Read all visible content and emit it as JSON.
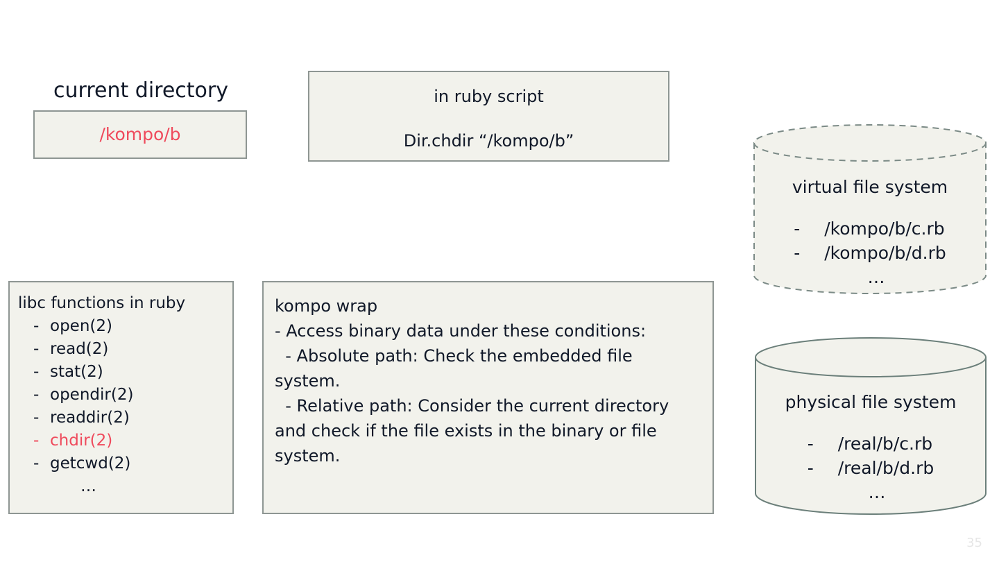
{
  "slide": {
    "page_number": "35",
    "colors": {
      "text": "#101828",
      "accent_red": "#ef4a5c",
      "box_fill": "#f2f2ec",
      "box_border": "#8e9693",
      "cylinder_stroke": "#6b7f7a",
      "page_number": "#e6e6e6"
    }
  },
  "current_directory": {
    "title": "current directory",
    "value": "/kompo/b"
  },
  "ruby_script": {
    "title": "in ruby script",
    "code": "Dir.chdir “/kompo/b”"
  },
  "libc": {
    "title": "libc functions in ruby",
    "dash": "-",
    "items": [
      {
        "label": "open(2)",
        "highlight": false
      },
      {
        "label": "read(2)",
        "highlight": false
      },
      {
        "label": "stat(2)",
        "highlight": false
      },
      {
        "label": "opendir(2)",
        "highlight": false
      },
      {
        "label": "readdir(2)",
        "highlight": false
      },
      {
        "label": "chdir(2)",
        "highlight": true
      },
      {
        "label": "getcwd(2)",
        "highlight": false
      }
    ],
    "ellipsis": "…"
  },
  "kompo_wrap": {
    "title": "kompo wrap",
    "lines": [
      "- Access binary data under these conditions:",
      "  - Absolute path: Check the embedded file system.",
      "  - Relative path: Consider the current directory and check if the file exists in the binary or file system."
    ]
  },
  "virtual_file_system": {
    "title": "virtual file system",
    "dash": "-",
    "items": [
      "/kompo/b/c.rb",
      "/kompo/b/d.rb"
    ],
    "ellipsis": "…",
    "border_style": "dashed"
  },
  "physical_file_system": {
    "title": "physical file system",
    "dash": "-",
    "items": [
      "/real/b/c.rb",
      "/real/b/d.rb"
    ],
    "ellipsis": "…",
    "border_style": "solid"
  }
}
